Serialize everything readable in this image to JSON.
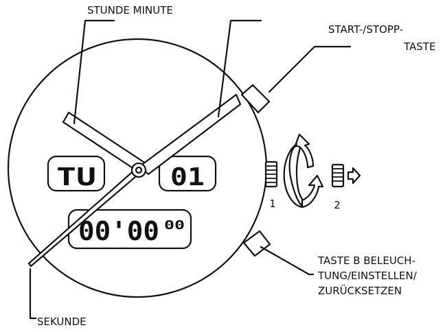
{
  "labels": {
    "hour_minute": "STUNDE MINUTE",
    "start_stop_line1": "START-/STOPP-",
    "start_stop_line2": "TASTE",
    "button_b_line1": "TASTE B BELEUCH-",
    "button_b_line2": "TUNG/EINSTELLEN/",
    "button_b_line3": "ZURÜCKSETZEN",
    "second": "SEKUNDE",
    "crown_pos_1": "1",
    "crown_pos_2": "2"
  },
  "display": {
    "day": "TU",
    "date": "01",
    "chrono_main": "00'00",
    "chrono_sub": "00"
  }
}
